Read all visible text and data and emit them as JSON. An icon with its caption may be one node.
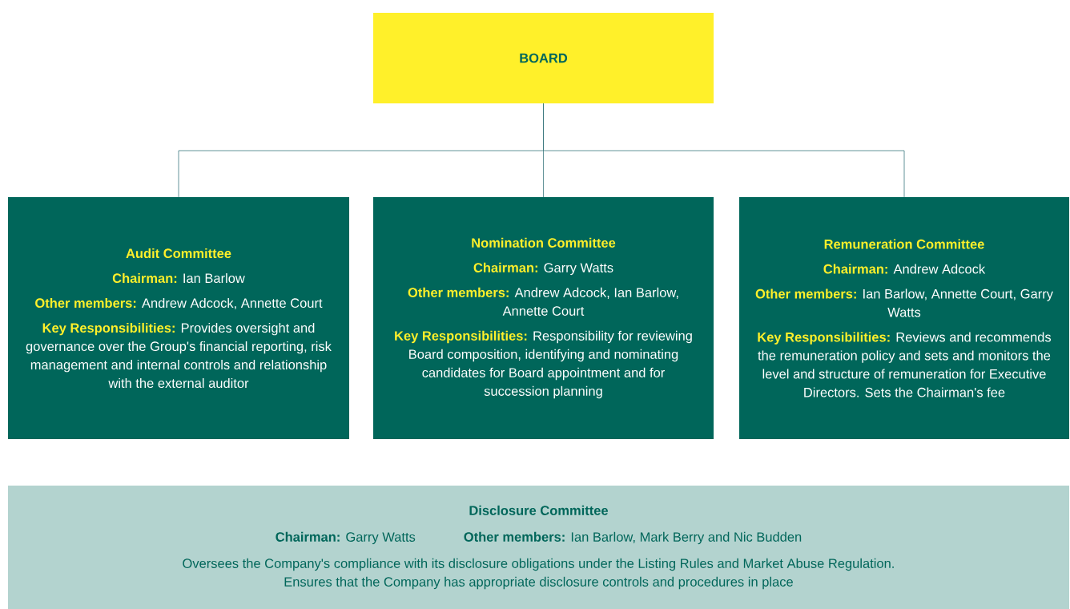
{
  "diagram": {
    "nodes": [
      {
        "text": [
          "BOARD"
        ]
      },
      {
        "text": [
          "Audit Committee",
          "**Chairman:** Ian Barlow",
          "**Other members:** Andrew Adcock, Annette Court",
          "**Key Responsibilities:** Provides oversight and governance over the Group's financial reporting, risk management and internal controls and relationship with the external auditor"
        ]
      },
      {
        "text": [
          "Nomination Committee",
          "**Chairman:** Garry Watts",
          "**Other members:** Andrew Adcock, Ian Barlow, Annette Court",
          "**Key Responsibilities:** Responsibility for reviewing Board composition, identifying and nominating candidates for Board appointment and for succession planning"
        ]
      },
      {
        "text": [
          "Remuneration Committee",
          "**Chairman:** Andrew Adcock",
          "**Other members:** Ian Barlow, Annette Court, Garry Watts",
          "**Key Responsibilities:** Reviews and recommends the remuneration policy and sets and monitors the level and structure of remuneration for Executive Directors. Sets the Chairman's fee"
        ]
      },
      {
        "text": [
          "Disclosure Committee",
          "**Chairman:** Garry Watts",
          "**Other members:** Ian Barlow, Mark Berry and Nic Budden",
          "Oversees the Company's compliance with its disclosure obligations under the Listing Rules and Market Abuse Regulation.",
          "Ensures that the Company has appropriate disclosure controls and procedures in place"
        ]
      }
    ],
    "edges": [
      {
        "from": 0,
        "to": 1,
        "arrow": "none"
      },
      {
        "from": 0,
        "to": 2,
        "arrow": "none"
      },
      {
        "from": 0,
        "to": 3,
        "arrow": "none"
      }
    ]
  }
}
